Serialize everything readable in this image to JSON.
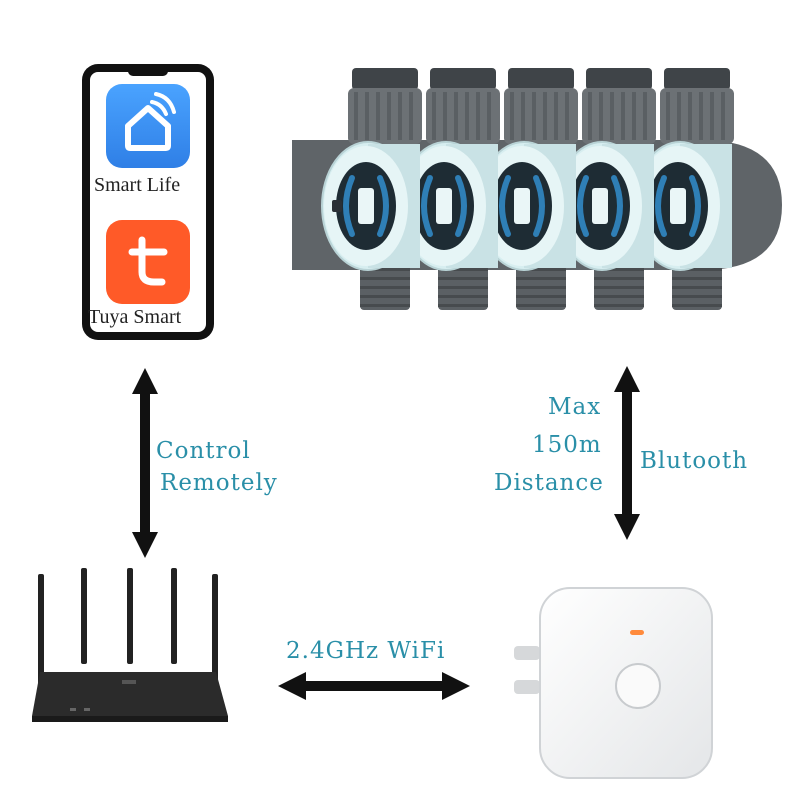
{
  "phone": {
    "apps": [
      {
        "name": "Smart Life",
        "icon": "smart-life-house-icon",
        "color": "#3b8ff0"
      },
      {
        "name": "Tuya Smart",
        "icon": "tuya-t-icon",
        "color": "#ff5a28"
      }
    ]
  },
  "links": {
    "control_line1": "Control",
    "control_line2": "Remotely",
    "bt_max": "Max",
    "bt_distance_value": "150m",
    "bt_distance": "Distance",
    "bt_protocol": "Blutooth",
    "wifi": "2.4GHz WiFi"
  },
  "devices": {
    "valve_count": 5,
    "router": "wifi-router",
    "gateway": "bluetooth-gateway"
  },
  "colors": {
    "label": "#2a8fa8",
    "arrow": "#111111",
    "valve_body": "#5f6468",
    "valve_face": "#d7eef0",
    "valve_accent": "#2f7fb6"
  }
}
